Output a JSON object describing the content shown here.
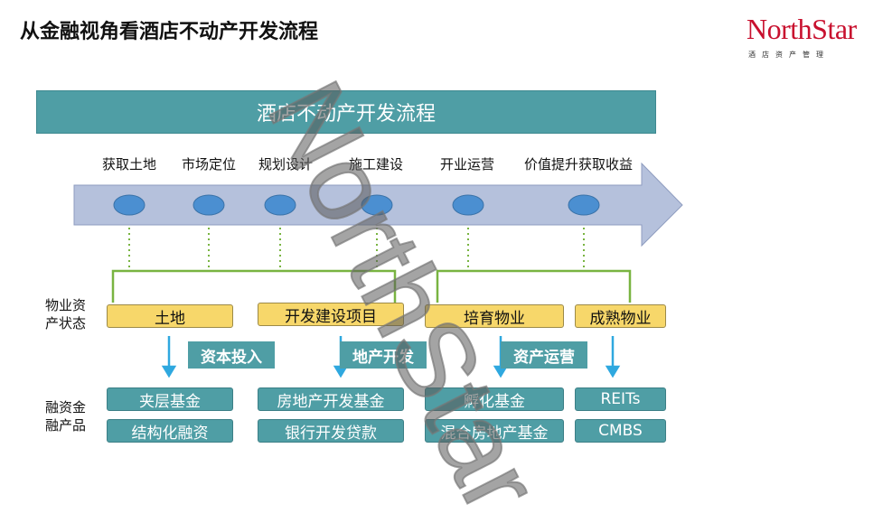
{
  "page_title": "从金融视角看酒店不动产开发流程",
  "logo": {
    "name": "NorthStar",
    "subtitle": "酒店资产管理",
    "color": "#c8102e"
  },
  "banner": "酒店不动产开发流程",
  "stages": [
    "获取土地",
    "市场定位",
    "规划设计",
    "施工建设",
    "开业运营",
    "价值提升获取收益"
  ],
  "property_status_label": [
    "物业资",
    "产状态"
  ],
  "property_status": [
    "土地",
    "开发建设项目",
    "培育物业",
    "成熟物业"
  ],
  "flows": [
    "资本投入",
    "地产开发",
    "资产运营"
  ],
  "finance_label": [
    "融资金",
    "融产品"
  ],
  "finance_products": {
    "land": [
      "夹层基金",
      "结构化融资"
    ],
    "development": [
      "房地产开发基金",
      "银行开发贷款"
    ],
    "nurturing": [
      "孵化基金",
      "混合房地产基金"
    ],
    "mature": [
      "REITs",
      "CMBS"
    ]
  },
  "watermark": "NorthStar",
  "colors": {
    "teal": "#4f9ea5",
    "yellow": "#f7d76a",
    "arrow": "#b5c1dc",
    "dot": "#4b8fd1",
    "green": "#79b441",
    "blue_arrow": "#2fa8df"
  }
}
